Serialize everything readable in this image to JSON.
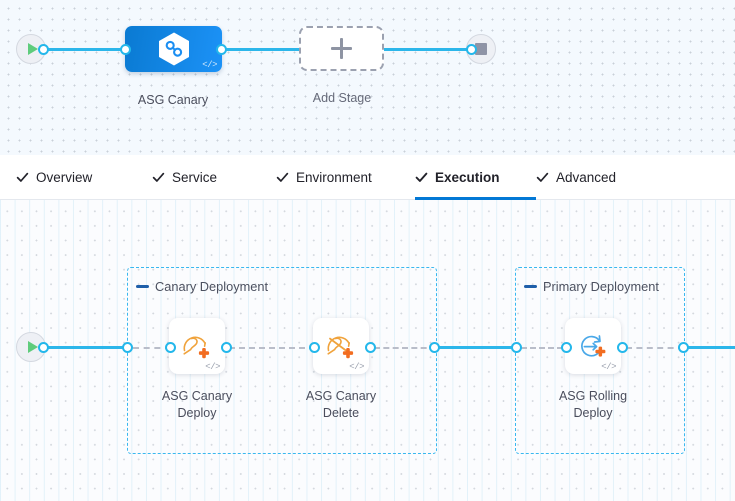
{
  "colors": {
    "accent_blue": "#0278d5",
    "connector_blue": "#2cb6ea",
    "group_border": "#39b8ef",
    "stage_gradient_from": "#0a7ad2",
    "stage_gradient_to": "#1c92f7",
    "aws_orange": "#f0a33c",
    "plus_orange": "#f26d21",
    "play_green": "#5fcc7c",
    "stop_gray": "#8f94a6",
    "canvas_top_bg": "#f4f9fe",
    "canvas_bottom_bg": "#fbfcfe"
  },
  "stage_canvas": {
    "start_node": {
      "icon": "play-icon"
    },
    "end_node": {
      "icon": "stop-icon"
    },
    "stages": [
      {
        "label": "ASG Canary",
        "icon": "harness-deploy-hexagon-icon",
        "code_badge": "</>"
      }
    ],
    "add_stage": {
      "label": "Add Stage",
      "icon": "plus-icon"
    }
  },
  "tabs": [
    {
      "label": "Overview",
      "icon": "check-icon",
      "active": false
    },
    {
      "label": "Service",
      "icon": "check-icon",
      "active": false
    },
    {
      "label": "Environment",
      "icon": "check-icon",
      "active": false
    },
    {
      "label": "Execution",
      "icon": "check-icon",
      "active": true
    },
    {
      "label": "Advanced",
      "icon": "check-icon",
      "active": false
    }
  ],
  "execution_canvas": {
    "start_node": {
      "icon": "play-icon"
    },
    "groups": [
      {
        "title": "Canary Deployment",
        "steps": [
          {
            "label": "ASG Canary\nDeploy",
            "icon": "asg-canary-deploy-icon",
            "code_badge": "</>"
          },
          {
            "label": "ASG Canary\nDelete",
            "icon": "asg-canary-delete-icon",
            "code_badge": "</>"
          }
        ]
      },
      {
        "title": "Primary Deployment",
        "steps": [
          {
            "label": "ASG Rolling\nDeploy",
            "icon": "asg-rolling-deploy-icon",
            "code_badge": "</>"
          }
        ]
      }
    ]
  }
}
